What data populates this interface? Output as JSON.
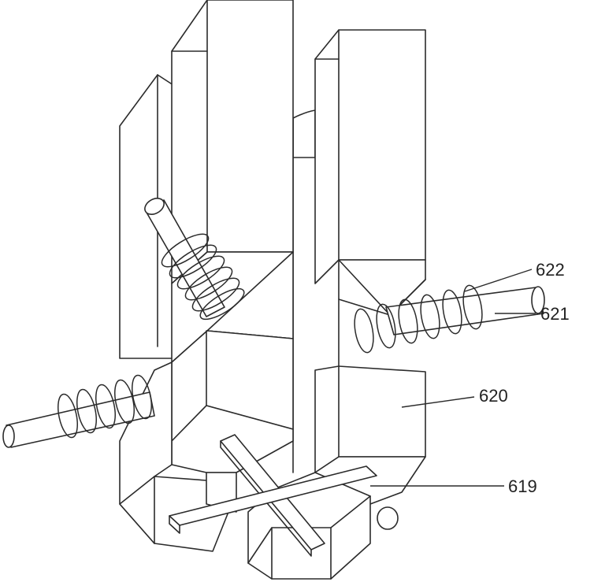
{
  "figure": {
    "labels": [
      {
        "id": "callout-622",
        "text": "622"
      },
      {
        "id": "callout-621",
        "text": "621"
      },
      {
        "id": "callout-620",
        "text": "620"
      },
      {
        "id": "callout-619",
        "text": "619"
      }
    ]
  },
  "colors": {
    "line": "#2b2b2b",
    "background": "#ffffff",
    "shade": "#f3f3f3"
  }
}
